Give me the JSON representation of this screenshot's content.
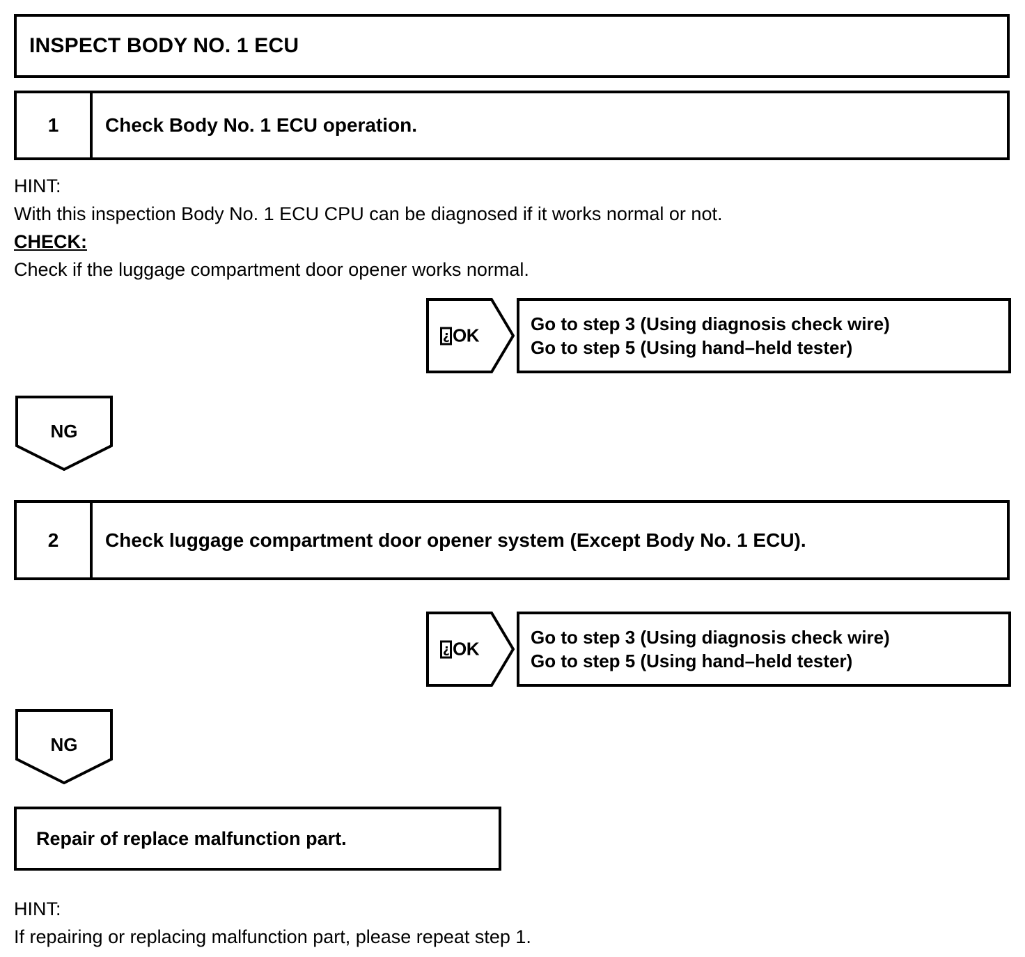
{
  "document": {
    "title": "INSPECT BODY NO. 1 ECU"
  },
  "steps": [
    {
      "number": "1",
      "title": "Check Body No. 1 ECU operation."
    },
    {
      "number": "2",
      "title": "Check luggage compartment door opener system (Except Body No. 1 ECU)."
    }
  ],
  "notes": {
    "hint1_label": "HINT:",
    "hint1_body": "With this inspection Body No. 1 ECU CPU can be diagnosed if it works normal or not.",
    "check_label": "CHECK:",
    "check_body": "Check if the luggage compartment door opener works normal.",
    "hint2_label": "HINT:",
    "hint2_body": "If repairing or replacing malfunction part, please repeat step 1."
  },
  "branches": [
    {
      "result_label": "OK",
      "result_prefix_glyph": "¿",
      "destination_lines": [
        "Go to step 3 (Using diagnosis check wire)",
        "Go to step 5 (Using hand–held tester)"
      ]
    },
    {
      "result_label": "OK",
      "result_prefix_glyph": "¿",
      "destination_lines": [
        "Go to step 3 (Using diagnosis check wire)",
        "Go to step 5 (Using hand–held tester)"
      ]
    }
  ],
  "ng_markers": [
    {
      "label": "NG"
    },
    {
      "label": "NG"
    }
  ],
  "terminal": {
    "label": "Repair of replace malfunction part."
  },
  "colors": {
    "ink": "#000000",
    "paper": "#ffffff"
  }
}
